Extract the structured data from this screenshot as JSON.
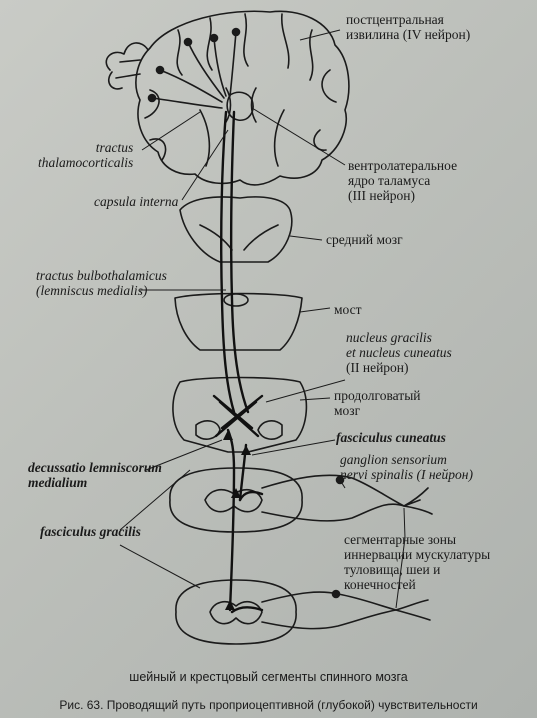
{
  "labels": {
    "postcentral_1": "постцентральная",
    "postcentral_2": "извилина (IV нейрон)",
    "thalamocort_1": "tractus",
    "thalamocort_2": "thalamocorticalis",
    "capsula": "capsula interna",
    "ventro_1": "вентролатеральное",
    "ventro_2": "ядро таламуса",
    "ventro_3": "(III нейрон)",
    "midbrain": "средний мозг",
    "bulbo_1": "tractus bulbothalamicus",
    "bulbo_2": "(lemniscus medialis)",
    "pons": "мост",
    "gracilis_nuc_1": "nucleus gracilis",
    "gracilis_nuc_2": "et nucleus cuneatus",
    "gracilis_nuc_3": "(II нейрон)",
    "medulla_1": "продолговатый",
    "medulla_2": "мозг",
    "cuneatus": "fasciculus cuneatus",
    "decuss_1": "decussatio lemniscorum",
    "decuss_2": "medialium",
    "ganglion_1": "ganglion sensorium",
    "ganglion_2": "nervi spinalis (I нейрон)",
    "fgracilis": "fasciculus gracilis",
    "segm_1": "сегментарные зоны",
    "segm_2": "иннервации мускулатуры",
    "segm_3": "туловища, шеи и",
    "segm_4": "конечностей",
    "segments": "шейный и крестцовый сегменты спинного мозга"
  },
  "caption": {
    "fig": "Рис. 63.",
    "text": "Проводящий путь проприоцептивной (глубокой) чувствительности"
  }
}
